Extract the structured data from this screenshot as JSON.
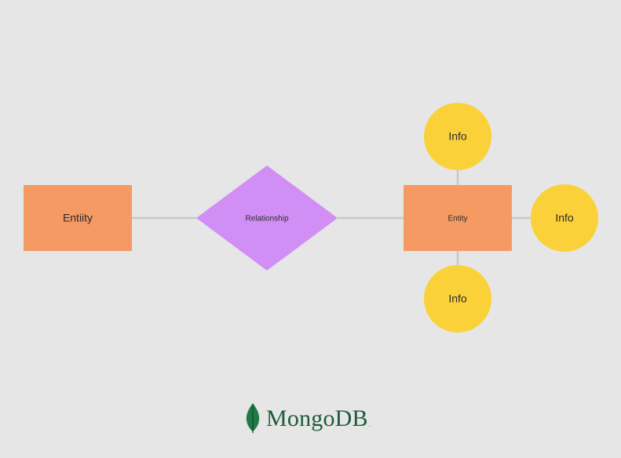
{
  "diagram": {
    "left_entity": {
      "label": "Entiity"
    },
    "relationship": {
      "label": "Relationship"
    },
    "right_entity": {
      "label": "Entity"
    },
    "info_top": {
      "label": "Info"
    },
    "info_right": {
      "label": "Info"
    },
    "info_bottom": {
      "label": "Info"
    }
  },
  "colors": {
    "background": "#e6e6e6",
    "entity_fill": "#f59a63",
    "relationship_fill": "#d18ff5",
    "info_fill": "#fbd13a",
    "connector": "#c8c8c8",
    "brand_green": "#1f5a3e"
  },
  "logo": {
    "icon": "mongodb-leaf-icon",
    "text": "MongoDB",
    "mark": "."
  }
}
